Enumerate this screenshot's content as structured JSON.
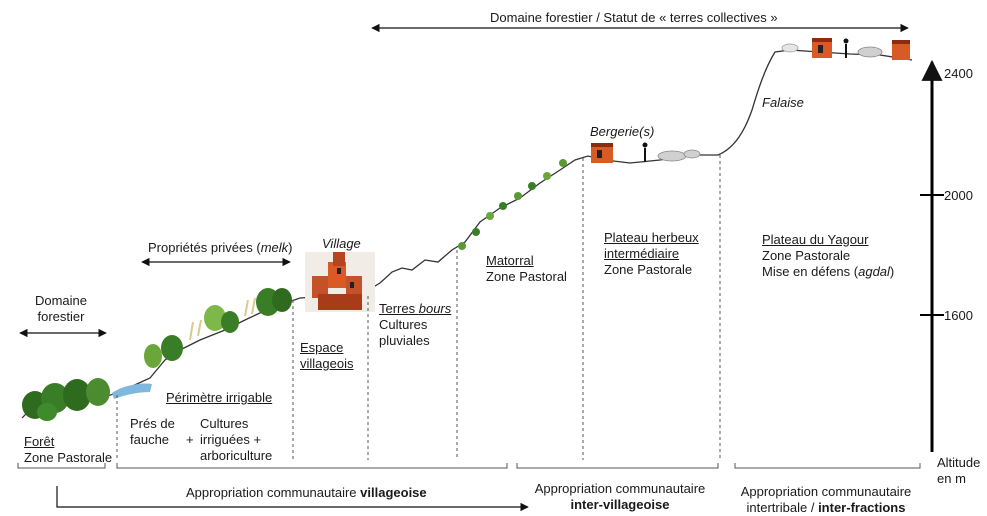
{
  "top": {
    "forest_status": "Domaine forestier / Statut de « terres collectives »",
    "left_domain_line1": "Domaine",
    "left_domain_line2": "forestier",
    "private_prefix": "Propriétés privées (",
    "private_melk": "melk",
    "private_suffix": ")"
  },
  "zones": {
    "village_title": "Village",
    "bergerie": "Bergerie(s)",
    "falaise": "Falaise",
    "foret_title": "Forêt",
    "foret_sub": "Zone Pastorale",
    "perimetre_title": "Périmètre irrigable",
    "pres_line1": "Prés de",
    "pres_line2": "fauche",
    "plus": "+",
    "cultures_line1": "Cultures",
    "cultures_line2": "irriguées +",
    "cultures_line3": "arboriculture",
    "espace_line1": "Espace",
    "espace_line2": "villageois",
    "terres_prefix": "Terres ",
    "terres_bours": "bours",
    "terres_sub1": "Cultures",
    "terres_sub2": "pluviales",
    "matorral_title": "Matorral",
    "matorral_sub": "Zone Pastoral",
    "plateau_line1": "Plateau herbeux",
    "plateau_line2": "intermédiaire",
    "plateau_sub": "Zone Pastorale",
    "yagour_title": "Plateau du Yagour",
    "yagour_sub": "Zone Pastorale",
    "yagour_defens_prefix": "Mise en défens (",
    "yagour_agdal": "agdal",
    "yagour_defens_suffix": ")"
  },
  "bottom": {
    "villageoise_prefix": "Appropriation communautaire ",
    "villageoise_bold": "villageoise",
    "inter_line1": "Appropriation communautaire",
    "inter_line2": "inter-villageoise",
    "intertribale_line1": "Appropriation communautaire",
    "intertribale_line2_prefix": "intertribale / ",
    "intertribale_line2_bold": "inter-fractions"
  },
  "altitude_axis": {
    "ticks": [
      "2400",
      "2000",
      "1600"
    ],
    "label_line1": "Altitude",
    "label_line2": "en m"
  },
  "colors": {
    "terrain": "#333333",
    "tree_dark": "#2f6b1f",
    "tree_light": "#6aa63a",
    "water": "#7fb8dc",
    "hut": "#d85a24",
    "hut_dark": "#8a2c10",
    "sheep": "#d0d0d0"
  }
}
